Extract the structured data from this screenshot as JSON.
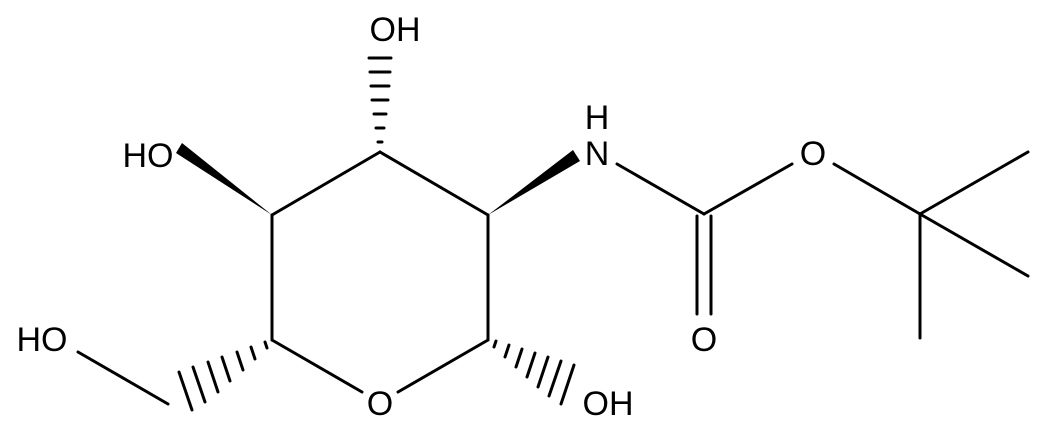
{
  "labels": {
    "oh_top": "OH",
    "ho_left": "HO",
    "ho_ch2": "HO",
    "oh_anomeric": "OH",
    "ring_o": "O",
    "nh_n": "N",
    "nh_h": "H",
    "ester_o": "O",
    "carbonyl_o": "O"
  },
  "colors": {
    "ink": "#000000",
    "background": "#ffffff"
  }
}
